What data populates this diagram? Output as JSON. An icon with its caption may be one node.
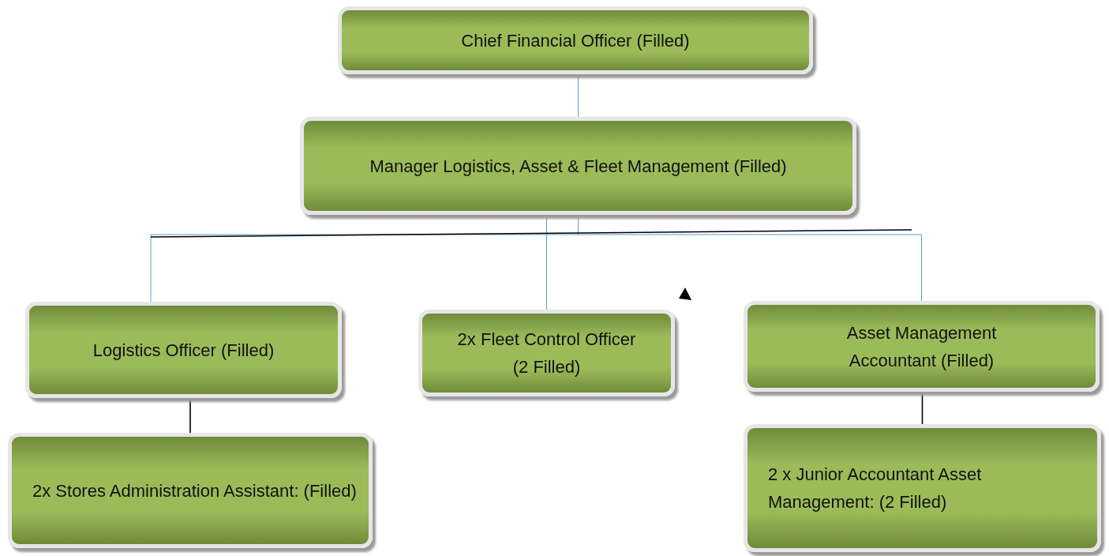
{
  "diagram": {
    "nodes": [
      {
        "text": [
          "Chief Financial Officer (Filled)"
        ]
      },
      {
        "text": [
          "Manager Logistics, Asset & Fleet Management (Filled)"
        ]
      },
      {
        "text": [
          "Logistics Officer (Filled)"
        ]
      },
      {
        "text": [
          "2x Fleet Control Officer (2 Filled)"
        ]
      },
      {
        "text": [
          "Asset Management Accountant (Filled)"
        ]
      },
      {
        "text": [
          "2x Stores Administration Assistant: (Filled)"
        ]
      },
      {
        "text": [
          "2 x Junior Accountant Asset Management: (2 Filled)"
        ]
      }
    ],
    "edges": [
      {
        "from": 0,
        "to": 1,
        "arrow": "none"
      },
      {
        "from": 1,
        "to": 2,
        "arrow": "none"
      },
      {
        "from": 1,
        "to": 3,
        "arrow": "none"
      },
      {
        "from": 1,
        "to": 4,
        "arrow": "none"
      },
      {
        "from": 2,
        "to": 5,
        "arrow": "none",
        "color": "#000000"
      },
      {
        "from": 4,
        "to": 6,
        "arrow": "none",
        "color": "#000000"
      }
    ]
  }
}
